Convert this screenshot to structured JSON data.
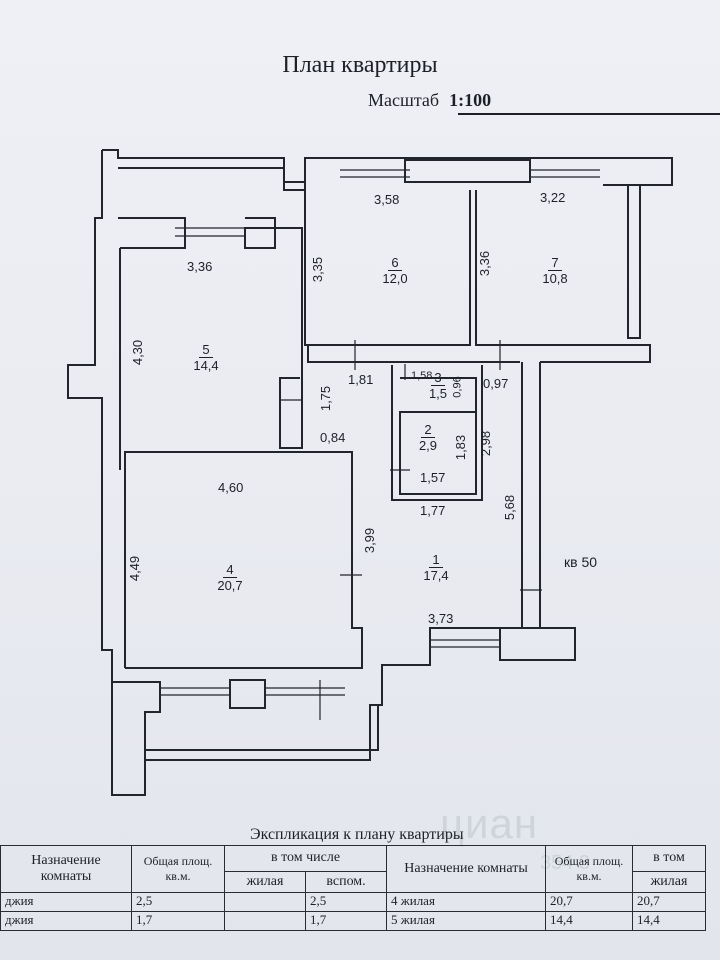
{
  "header": {
    "title": "План квартиры",
    "scale_label": "Масштаб",
    "scale_value": "1:100"
  },
  "rooms": [
    {
      "num": "1",
      "area": "17,4"
    },
    {
      "num": "2",
      "area": "2,9"
    },
    {
      "num": "3",
      "area": "1,5"
    },
    {
      "num": "4",
      "area": "20,7"
    },
    {
      "num": "5",
      "area": "14,4"
    },
    {
      "num": "6",
      "area": "12,0"
    },
    {
      "num": "7",
      "area": "10,8"
    }
  ],
  "dims": {
    "d358": "3,58",
    "d322": "3,22",
    "d336a": "3,36",
    "d335": "3,35",
    "d336b": "3,36",
    "d430": "4,30",
    "d181": "1,81",
    "d158": "1,58",
    "d096": "0,96",
    "d097": "0,97",
    "d175": "1,75",
    "d084": "0,84",
    "d183": "1,83",
    "d298": "2,98",
    "d157": "1,57",
    "d460": "4,60",
    "d177": "1,77",
    "d568": "5,68",
    "d449": "4,49",
    "d399": "3,99",
    "d373": "3,73"
  },
  "apartment_label": "кв 50",
  "watermark": {
    "brand": "циан",
    "number": "354 3"
  },
  "explication": {
    "title": "Экспликация к плану квартиры",
    "headers": {
      "purpose": "Назначение комнаты",
      "total_area": "Общая площ. кв.м.",
      "including": "в том числе",
      "living": "жилая",
      "aux": "вспом.",
      "purpose2": "Назначение комнаты",
      "total_area2": "Общая площ. кв.м.",
      "including2": "в том",
      "living2": "жилая"
    },
    "rows": [
      {
        "name": "джия",
        "total": "2,5",
        "living": "",
        "aux": "2,5",
        "name2": "4 жилая",
        "total2": "20,7",
        "living2": "20,7"
      },
      {
        "name": "джия",
        "total": "1,7",
        "living": "",
        "aux": "1,7",
        "name2": "5 жилая",
        "total2": "14,4",
        "living2": "14,4"
      }
    ]
  }
}
